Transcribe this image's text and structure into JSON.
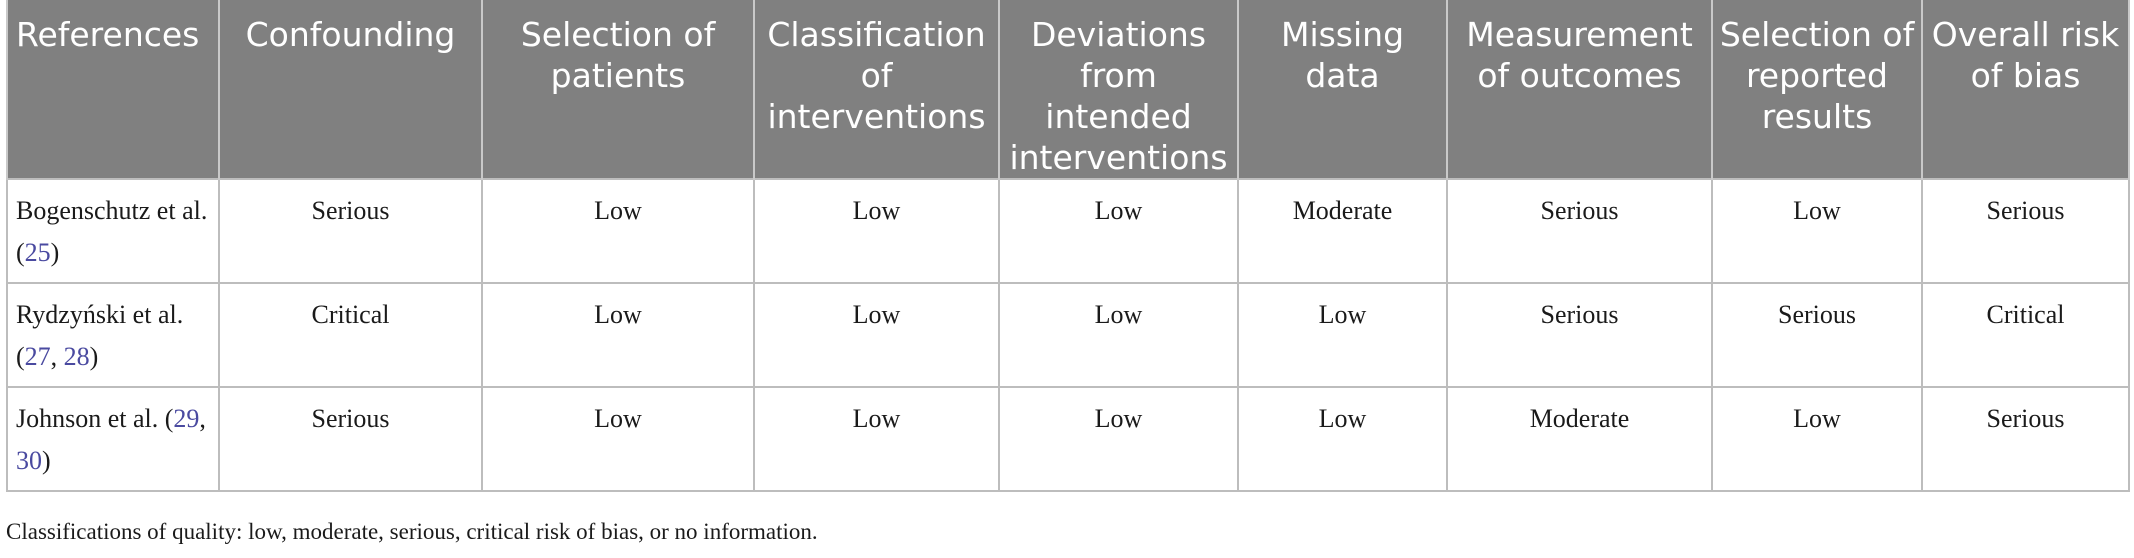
{
  "table": {
    "headers": [
      "References",
      "Confounding",
      "Selection of patients",
      "Classification of interventions",
      "Deviations from intended interventions",
      "Missing data",
      "Measurement of outcomes",
      "Selection of reported results",
      "Overall risk of bias"
    ],
    "rows": [
      {
        "ref_text": "Bogenschutz et al. (",
        "ref_links": [
          "25"
        ],
        "ref_close": ")",
        "cells": [
          "Serious",
          "Low",
          "Low",
          "Low",
          "Moderate",
          "Serious",
          "Low",
          "Serious"
        ]
      },
      {
        "ref_text": "Rydzyński et al. (",
        "ref_links": [
          "27",
          "28"
        ],
        "ref_close": ")",
        "cells": [
          "Critical",
          "Low",
          "Low",
          "Low",
          "Low",
          "Serious",
          "Serious",
          "Critical"
        ]
      },
      {
        "ref_text": "Johnson et al. (",
        "ref_links": [
          "29",
          "30"
        ],
        "ref_close": ")",
        "cells": [
          "Serious",
          "Low",
          "Low",
          "Low",
          "Low",
          "Moderate",
          "Low",
          "Serious"
        ]
      }
    ]
  },
  "footnote": "Classifications of quality: low, moderate, serious, critical risk of bias, or no information."
}
